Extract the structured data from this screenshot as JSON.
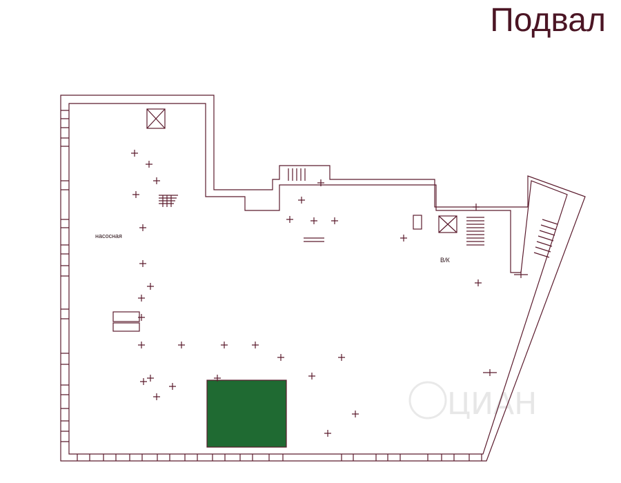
{
  "title": "Подвал",
  "colors": {
    "title": "#4b1524",
    "wall_line": "#5a1a2c",
    "highlight": "#1f6a32",
    "watermark": "#e7e7e7"
  },
  "labels": {
    "pump_room": "насосная",
    "wc": "В/К"
  },
  "watermark": "ЦИАН"
}
